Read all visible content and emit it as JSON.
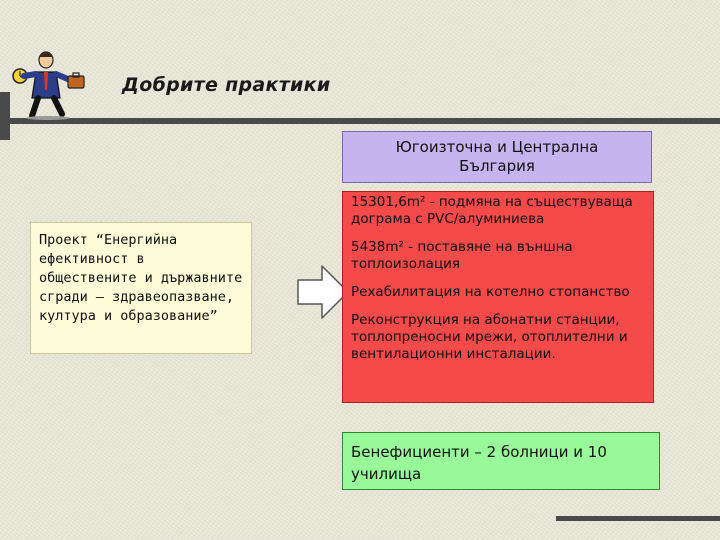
{
  "slide": {
    "title": "Добрите практики",
    "region": "Югоизточна и Централна България",
    "project": "Проект “Енергийна ефективност в обществените и държавните сгради – здравеопазване, култура и образование”",
    "measures": [
      "15301,6m² - подмяна на съществуваща дограма с PVC/алуминиева",
      "5438m² - поставяне на външна топлоизолация",
      "Рехабилитация на котелно стопанство",
      "Реконструкция на абонатни станции, топлопреносни мрежи, отоплителни и вентилационни инсталации."
    ],
    "beneficiaries": "Бенефициенти – 2 болници и 10 училища"
  },
  "colors": {
    "region_box": "#c5b4f0",
    "project_box": "#fdfbd8",
    "measures_box": "#f44a4a",
    "beneficiaries_box": "#98fa98",
    "rule": "#4a4a4a"
  },
  "icons": {
    "clipart": "businessman-with-clock-and-briefcase",
    "arrow": "right-arrow"
  }
}
